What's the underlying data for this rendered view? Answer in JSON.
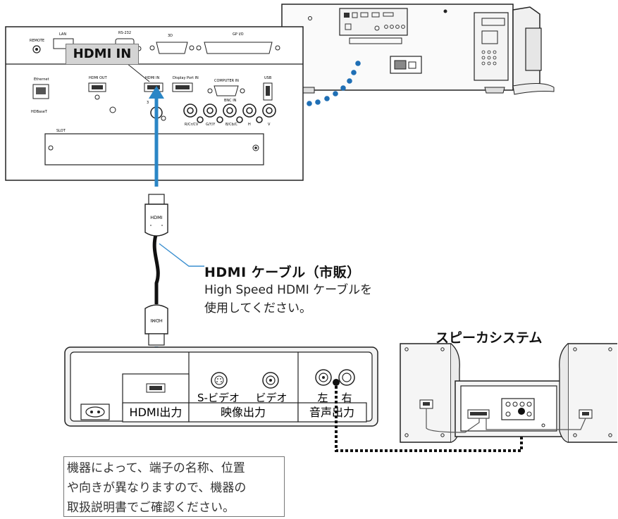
{
  "projector_panel": {
    "hdmi_in_label": "HDMI IN",
    "ports": {
      "remote": "REMOTE",
      "lan": "LAN",
      "rs232": "RS-232",
      "three_d": "3D",
      "gpio": "GP I/O",
      "ethernet": "Ethernet",
      "hdbaset": "HDBaseT",
      "hdmi_out": "HDMI OUT",
      "hdmi_in": "HDMI IN",
      "displayport_in": "Display Port IN",
      "computer_in": "COMPUTER IN",
      "usb": "USB",
      "bnc_in": "BNC IN",
      "bnc_labels": [
        "R/Cr/CV",
        "G/Y/Y",
        "B/Cb/C",
        "H",
        "V"
      ],
      "slot": "SLOT"
    }
  },
  "cable": {
    "connector_text": "HDMI",
    "title": "HDMI ケーブル（市販）",
    "note_line1": "High Speed HDMI ケーブルを",
    "note_line2": "使用してください。"
  },
  "source_device": {
    "hdmi_output": "HDMI出力",
    "video_output": "映像出力",
    "audio_output": "音声出力",
    "s_video": "S-ビデオ",
    "video": "ビデオ",
    "left": "左",
    "right": "右"
  },
  "speaker_system": {
    "title": "スピーカシステム"
  },
  "note": {
    "line1": "機器によって、端子の名称、位置",
    "line2": "や向きが異なりますので、機器の",
    "line3": "取扱説明書でご確認ください。"
  },
  "colors": {
    "arrow": "#2a86c6",
    "dots": "#1f6fb5",
    "callout_line": "#3a8fd0",
    "device_fill": "#f3f3f3",
    "stroke": "#222222"
  }
}
